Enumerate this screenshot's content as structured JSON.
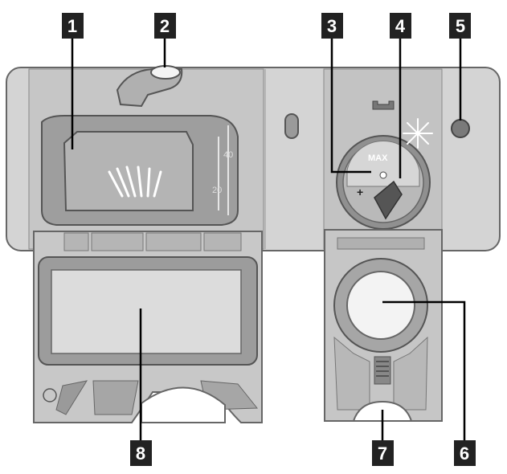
{
  "callouts": [
    {
      "id": "1",
      "label": "1"
    },
    {
      "id": "2",
      "label": "2"
    },
    {
      "id": "3",
      "label": "3"
    },
    {
      "id": "4",
      "label": "4"
    },
    {
      "id": "5",
      "label": "5"
    },
    {
      "id": "6",
      "label": "6"
    },
    {
      "id": "7",
      "label": "7"
    },
    {
      "id": "8",
      "label": "8"
    }
  ],
  "dial": {
    "max_label": "MAX",
    "plus_label": "+"
  },
  "measure_scale": {
    "upper": "40",
    "lower": "20"
  },
  "colors": {
    "panel": "#c9c9c9",
    "panel_dark": "#a8a8a8",
    "inset": "#8f8f8f",
    "outline": "#555555",
    "callout_box": "#222222",
    "white": "#ffffff"
  }
}
